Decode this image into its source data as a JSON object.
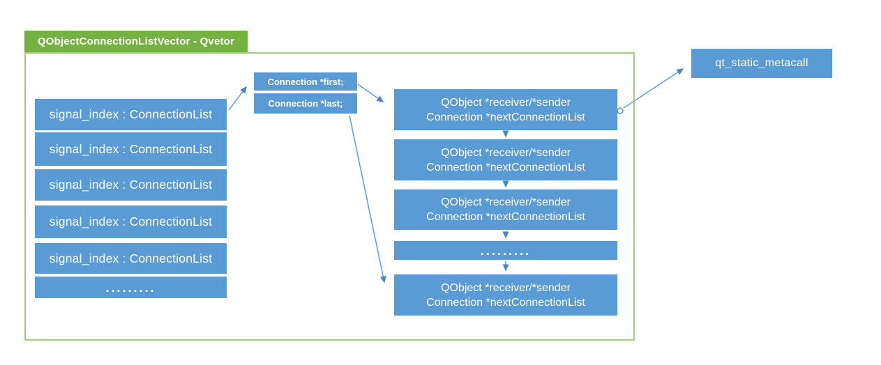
{
  "diagram": {
    "tab": {
      "label": "QObjectConnectionListVector - Qvetor"
    },
    "left": {
      "items": [
        "signal_index : ConnectionList",
        "signal_index : ConnectionList",
        "signal_index : ConnectionList",
        "signal_index : ConnectionList",
        "signal_index : ConnectionList",
        "........."
      ]
    },
    "middle": {
      "first": "Connection *first;",
      "last": "Connection *last;"
    },
    "right": {
      "line1": "QObject *receiver/*sender",
      "line2": "Connection *nextConnectionList",
      "dots": "........."
    },
    "metacall": {
      "label": "qt_static_metacall"
    },
    "colors": {
      "box_blue": "#5b9bd5",
      "tab_green": "#76b243",
      "container_border_green": "#a6ce82",
      "arrow_blue": "#6c9fd8",
      "arrowhead_blue": "#4d86bd",
      "text_white": "#ffffff"
    }
  }
}
